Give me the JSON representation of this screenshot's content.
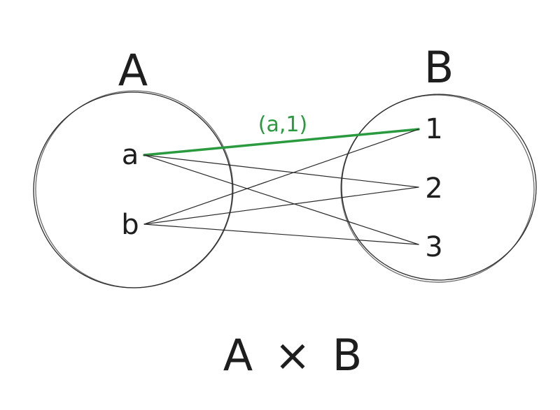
{
  "sets": {
    "left": {
      "name": "A",
      "elements": [
        "a",
        "b"
      ]
    },
    "right": {
      "name": "B",
      "elements": [
        "1",
        "2",
        "3"
      ]
    }
  },
  "highlight": {
    "label": "(a,1)",
    "color": "#2a9a3f"
  },
  "edges": [
    {
      "from": "a",
      "to": "1",
      "highlighted": true
    },
    {
      "from": "a",
      "to": "2",
      "highlighted": false
    },
    {
      "from": "a",
      "to": "3",
      "highlighted": false
    },
    {
      "from": "b",
      "to": "1",
      "highlighted": false
    },
    {
      "from": "b",
      "to": "2",
      "highlighted": false
    },
    {
      "from": "b",
      "to": "3",
      "highlighted": false
    }
  ],
  "caption": {
    "left": "A",
    "operator": "×",
    "right": "B"
  },
  "colors": {
    "ink": "#1e1e1e",
    "line": "#2b2b2b"
  }
}
